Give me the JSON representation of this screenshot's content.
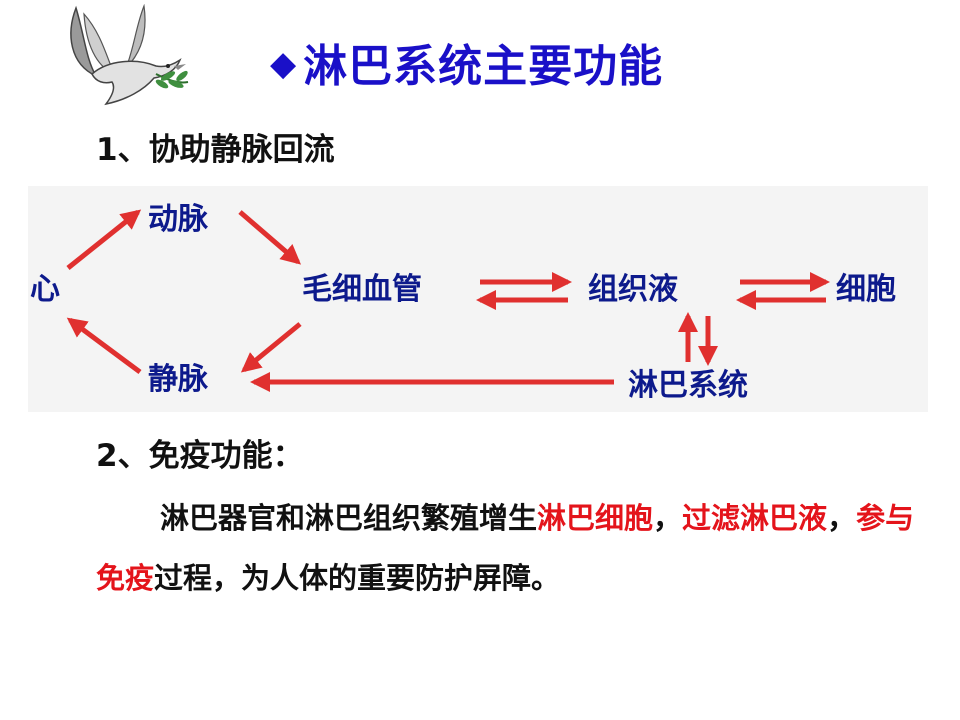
{
  "title": "淋巴系统主要功能",
  "title_marker": "◆",
  "colors": {
    "title": "#1a10c8",
    "node_text": "#0d1a8c",
    "arrow": "#e0302f",
    "highlight": "#e4141b"
  },
  "section1": {
    "heading": "1、协助静脉回流"
  },
  "diagram": {
    "nodes": {
      "heart": "心",
      "artery": "动脉",
      "vein": "静脉",
      "capillary": "毛细血管",
      "tissue_fluid": "组织液",
      "cell": "细胞",
      "lymph_system": "淋巴系统"
    }
  },
  "section2": {
    "heading": "2、免疫功能：",
    "parts": [
      {
        "text": "淋巴器官和淋巴组织繁殖增生",
        "highlight": false
      },
      {
        "text": "淋巴细胞",
        "highlight": true
      },
      {
        "text": "，",
        "highlight": false
      },
      {
        "text": "过滤淋巴液",
        "highlight": true
      },
      {
        "text": "，",
        "highlight": false
      },
      {
        "text": "参与免疫",
        "highlight": true
      },
      {
        "text": "过程，为人体的重要防护屏障。",
        "highlight": false
      }
    ]
  }
}
